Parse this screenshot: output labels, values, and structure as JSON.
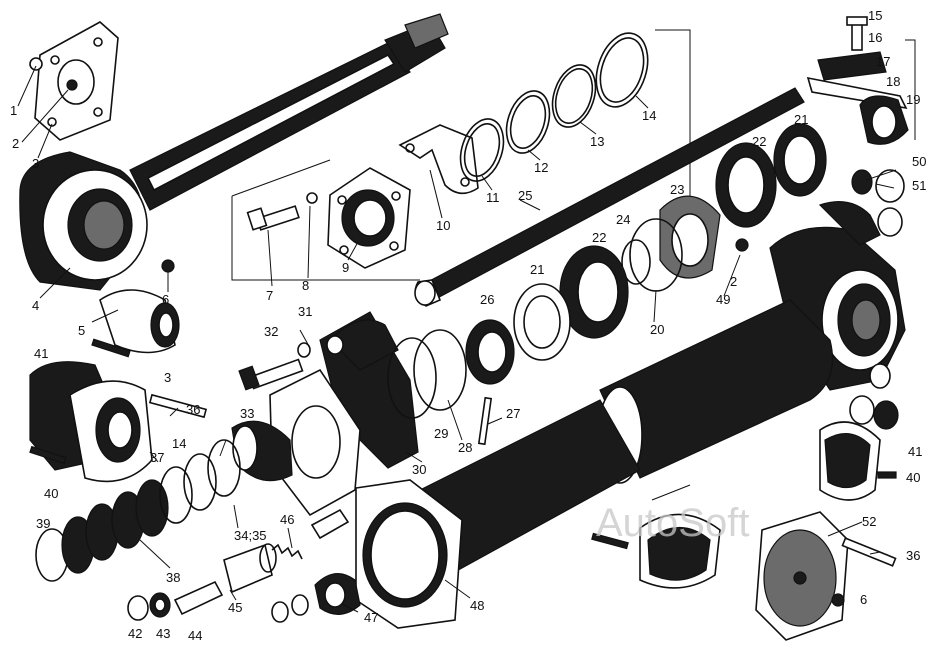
{
  "watermark": "AutoSoft",
  "labels": [
    "1",
    "2",
    "3",
    "4",
    "5",
    "6",
    "7",
    "8",
    "9",
    "10",
    "11",
    "12",
    "13",
    "14",
    "15",
    "16",
    "17",
    "18",
    "19",
    "20",
    "21",
    "22",
    "23",
    "24",
    "25",
    "26",
    "27",
    "28",
    "29",
    "30",
    "31",
    "32",
    "33",
    "34;35",
    "36",
    "37",
    "38",
    "39",
    "40",
    "41",
    "42",
    "43",
    "44",
    "45",
    "46",
    "47",
    "48",
    "49",
    "50",
    "51",
    "52"
  ],
  "colors": {
    "ink": "#111111",
    "paper": "#ffffff",
    "shade": "#6b6b6b",
    "watermark": "#c8c8c8"
  }
}
